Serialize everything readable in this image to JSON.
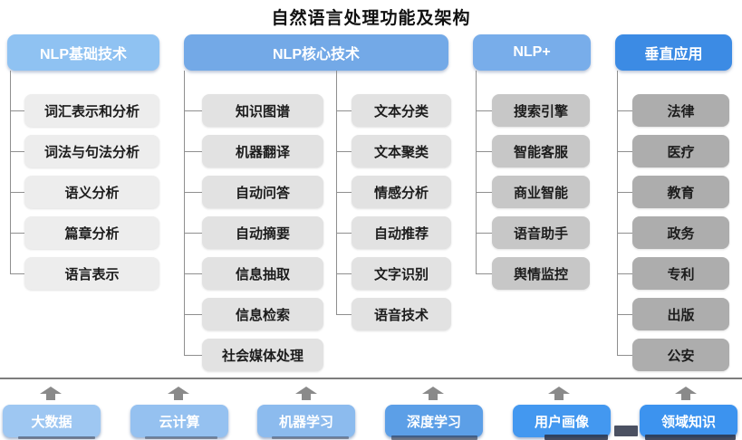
{
  "title": "自然语言处理功能及架构",
  "columns": [
    {
      "header": "NLP基础技术",
      "items": [
        "词汇表示和分析",
        "词法与句法分析",
        "语义分析",
        "篇章分析",
        "语言表示"
      ]
    },
    {
      "header": "NLP核心技术",
      "items_left": [
        "知识图谱",
        "机器翻译",
        "自动问答",
        "自动摘要",
        "信息抽取",
        "信息检索",
        "社会媒体处理"
      ],
      "items_right": [
        "文本分类",
        "文本聚类",
        "情感分析",
        "自动推荐",
        "文字识别",
        "语音技术"
      ]
    },
    {
      "header": "NLP+",
      "items": [
        "搜索引擎",
        "智能客服",
        "商业智能",
        "语音助手",
        "舆情监控"
      ]
    },
    {
      "header": "垂直应用",
      "items": [
        "法律",
        "医疗",
        "教育",
        "政务",
        "专利",
        "出版",
        "公安"
      ]
    }
  ],
  "foundation": [
    "大数据",
    "云计算",
    "机器学习",
    "深度学习",
    "用户画像",
    "领域知识"
  ],
  "colors": {
    "header_light_blue": "#8FC2F2",
    "header_mid_blue": "#73A9E7",
    "header_deep_blue": "#3C8BE4",
    "item_gray_light": "#EDEDED",
    "item_gray_mid": "#C7C7C7",
    "item_gray_dark": "#ADADAD",
    "foundation_blue_start": "#9EC7F2",
    "foundation_blue_end": "#3C93EF",
    "connector_gray": "#8f8f8f"
  }
}
